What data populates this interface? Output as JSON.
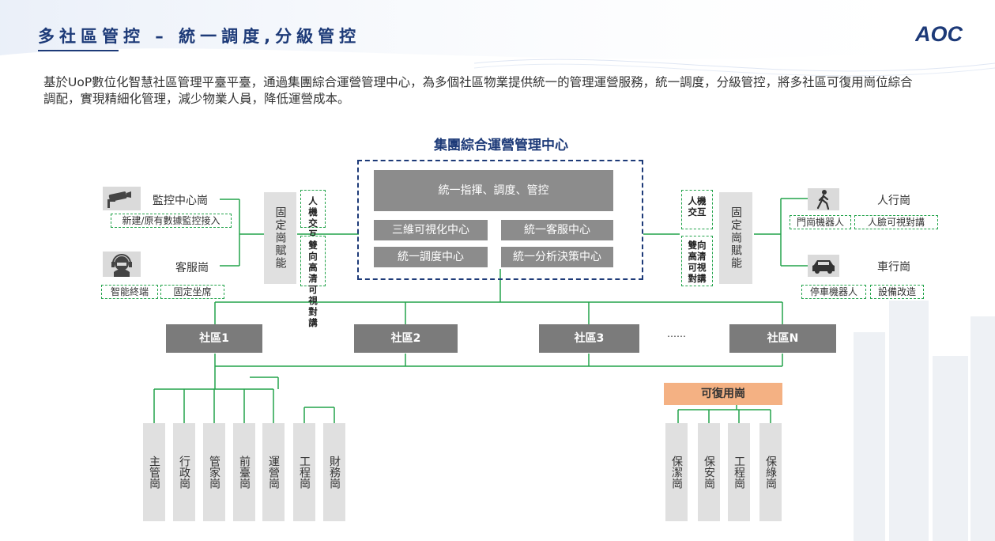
{
  "header": {
    "title": "多社區管控 – 統一調度,分級管控",
    "logo_text": "AOC"
  },
  "intro": "基於UoP數位化智慧社區管理平臺平臺，通過集團綜合運營管理中心，為多個社區物業提供統一的管理運營服務，統一調度，分級管控，將多社區可復用崗位綜合調配，實現精細化管理，減少物業人員，降低運營成本。",
  "center": {
    "title": "集團綜合運營管理中心",
    "command": "統一指揮、調度、管控",
    "modules": [
      "三維可視化中心",
      "統一客服中心",
      "統一調度中心",
      "統一分析決策中心"
    ]
  },
  "left": {
    "posts": [
      {
        "name": "監控中心崗",
        "icon": "cctv-camera-icon",
        "tags": [
          "新建/原有數據監控接入"
        ]
      },
      {
        "name": "客服崗",
        "icon": "headset-agent-icon",
        "tags": [
          "智能終端",
          "固定坐席"
        ]
      }
    ],
    "enable_label": "固定崗賦能",
    "tags": [
      "人機交互",
      "雙向高清可視對講"
    ]
  },
  "right": {
    "posts": [
      {
        "name": "人行崗",
        "icon": "pedestrian-icon",
        "tags": [
          "門崗機器人",
          "人臉可視對講"
        ]
      },
      {
        "name": "車行崗",
        "icon": "car-icon",
        "tags": [
          "停車機器人",
          "設備改造"
        ]
      }
    ],
    "enable_label": "固定崗賦能",
    "tags": [
      "人機交互",
      "雙向高清可視對講"
    ]
  },
  "communities": [
    "社區1",
    "社區2",
    "社區3",
    "社區N"
  ],
  "ellipsis": "……",
  "community1_posts": [
    "主管崗",
    "行政崗",
    "管家崗",
    "前臺崗",
    "運營崗",
    "工程崗",
    "財務崗"
  ],
  "reusable": {
    "title": "可復用崗",
    "posts": [
      "保潔崗",
      "保安崗",
      "工程崗",
      "保綠崗"
    ]
  },
  "colors": {
    "title": "#1d3a78",
    "line": "#22a34a",
    "box_dark": "#8c8c8c",
    "box_light": "#e0e0e0",
    "reusable": "#f4b183"
  }
}
